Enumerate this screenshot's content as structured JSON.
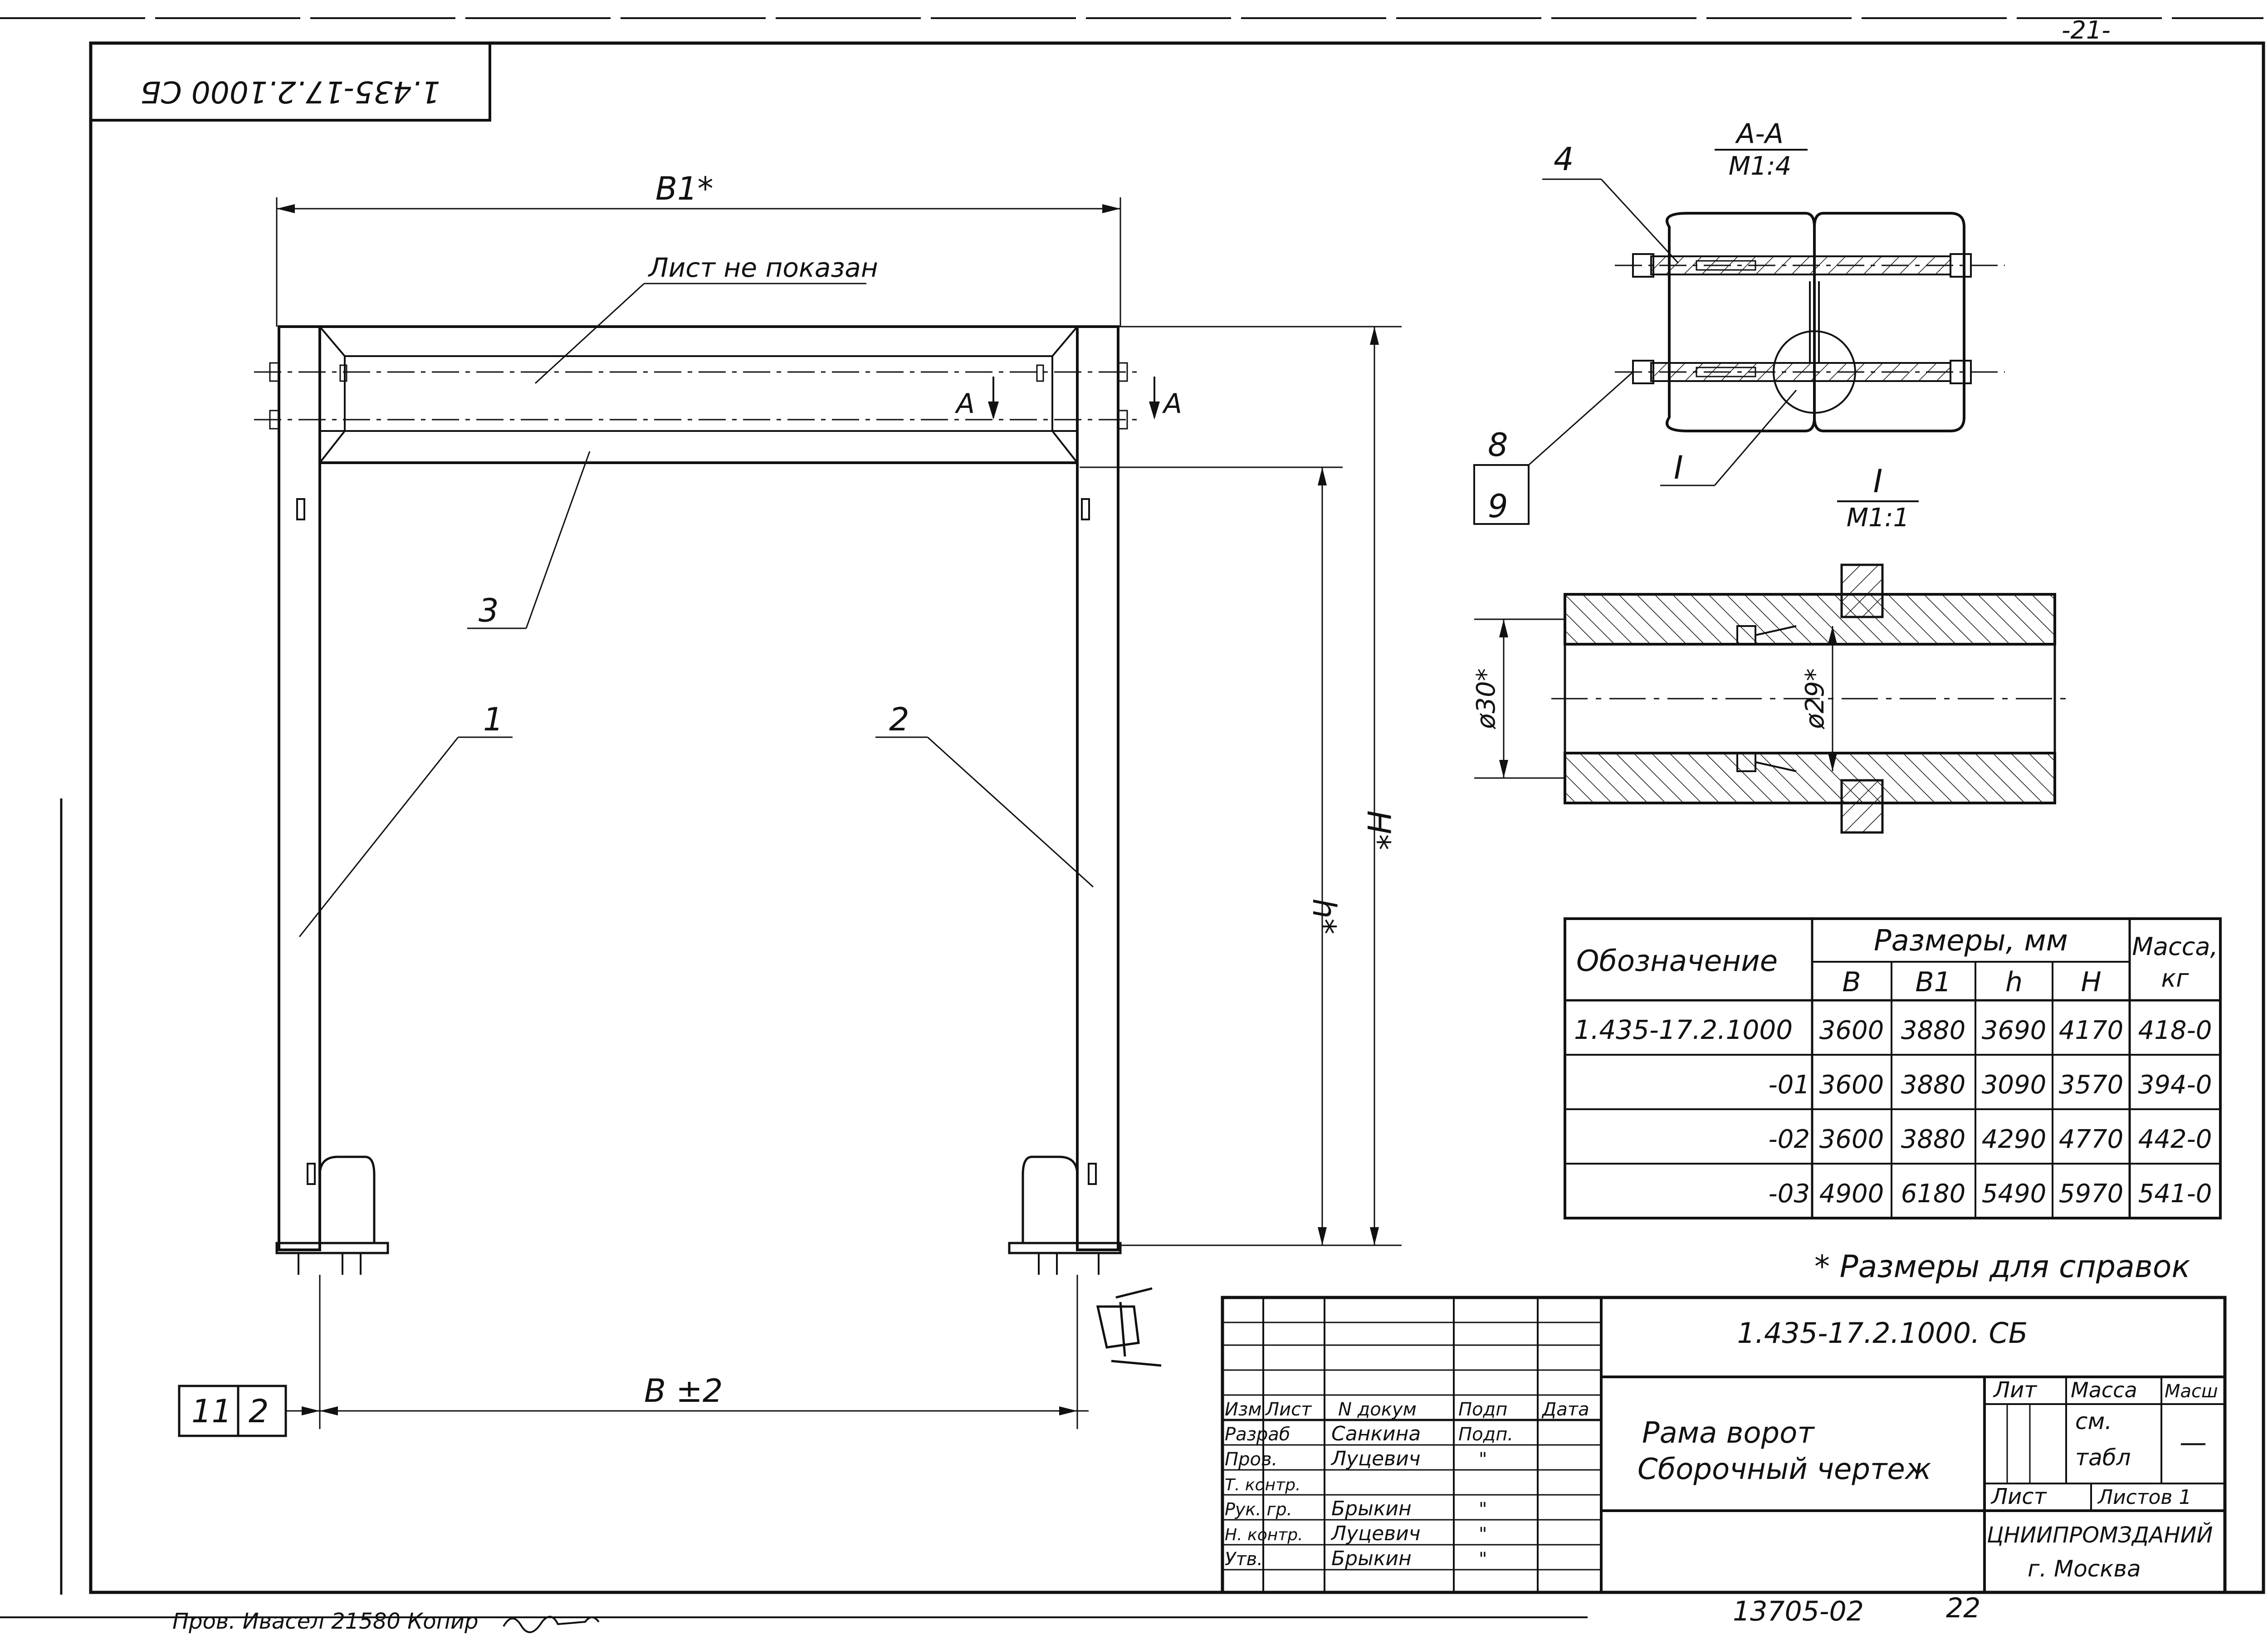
{
  "sheet": {
    "page_number": "-21-",
    "stamp_code": "1.435-17.2.1000 СБ",
    "ref_box": {
      "a": "11",
      "b": "2"
    },
    "bottom_note": "Пров. Ивасел 21580 Копир",
    "footer_number": "13705-02",
    "footer_format": "22"
  },
  "main_view": {
    "dim_b1": "B1*",
    "dim_b": "B ±2",
    "dim_h_big": "H*",
    "dim_h_small": "h*",
    "sheet_note": "Лист не показан",
    "section_mark": "A",
    "callouts": {
      "p1": "1",
      "p2": "2",
      "p3": "3"
    }
  },
  "section_aa": {
    "title": "А-А",
    "scale": "М1:4",
    "callouts": {
      "p4": "4",
      "p8": "8",
      "p9": "9",
      "detail": "I"
    }
  },
  "detail_i": {
    "title": "I",
    "scale": "М1:1",
    "dim_outer": "ø30*",
    "dim_inner": "ø29*"
  },
  "dims_table": {
    "head_designation": "Обозначение",
    "head_sizes": "Размеры, мм",
    "head_mass": "Масса,",
    "head_mass_unit": "кг",
    "cols": [
      "B",
      "B1",
      "h",
      "H"
    ],
    "rows": [
      {
        "designation": "1.435-17.2.1000",
        "B": "3600",
        "B1": "3880",
        "h": "3690",
        "H": "4170",
        "mass": "418-0"
      },
      {
        "designation": "-01",
        "B": "3600",
        "B1": "3880",
        "h": "3090",
        "H": "3570",
        "mass": "394-0"
      },
      {
        "designation": "-02",
        "B": "3600",
        "B1": "3880",
        "h": "4290",
        "H": "4770",
        "mass": "442-0"
      },
      {
        "designation": "-03",
        "B": "4900",
        "B1": "6180",
        "h": "5490",
        "H": "5970",
        "mass": "541-0"
      }
    ],
    "footnote": "* Размеры для справок"
  },
  "title_block": {
    "doc_code": "1.435-17.2.1000. СБ",
    "title_line1": "Рама ворот",
    "title_line2": "Сборочный чертеж",
    "col_izm": "Изм",
    "col_list": "Лист",
    "col_ndoc": "N докум",
    "col_podp": "Подп",
    "col_data": "Дата",
    "roles": [
      {
        "role": "Разраб",
        "name": "Санкина",
        "sign": "Подп."
      },
      {
        "role": "Пров.",
        "name": "Луцевич",
        "sign": "\""
      },
      {
        "role": "Т. контр.",
        "name": "",
        "sign": ""
      },
      {
        "role": "Рук. гр.",
        "name": "Брыкин",
        "sign": "\""
      },
      {
        "role": "Н. контр.",
        "name": "Луцевич",
        "sign": "\""
      },
      {
        "role": "Утв.",
        "name": "Брыкин",
        "sign": "\""
      }
    ],
    "lit_label": "Лит",
    "mass_label": "Масса",
    "scale_label": "Масш",
    "mass_value_1": "см.",
    "mass_value_2": "табл",
    "scale_value": "—",
    "sheet_label": "Лист",
    "sheets_label": "Листов 1",
    "org_1": "ЦНИИПРОМЗДАНИЙ",
    "org_2": "г. Москва"
  }
}
